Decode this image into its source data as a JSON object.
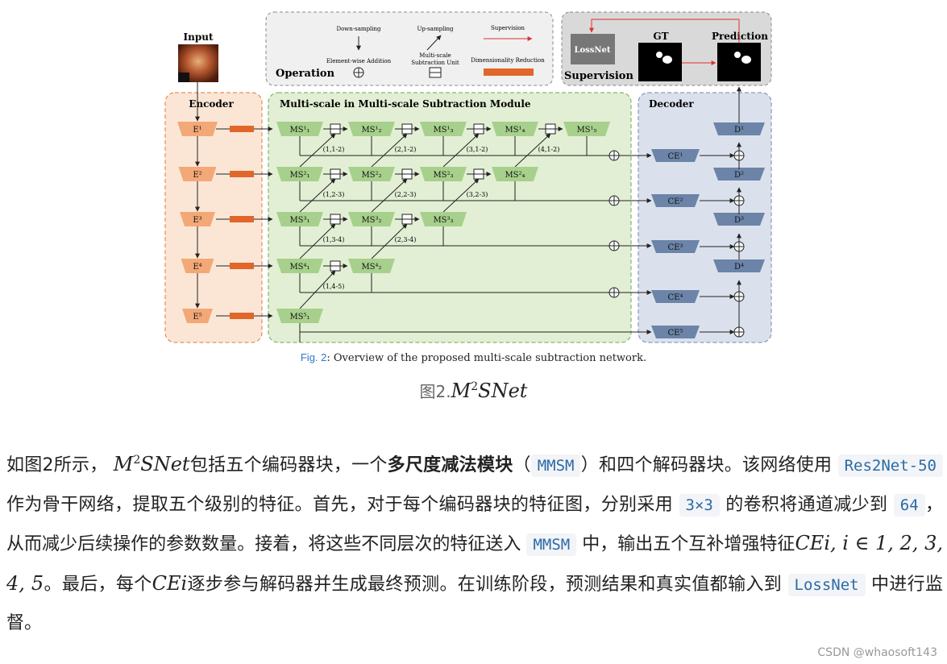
{
  "figure": {
    "input_label": "Input",
    "operation": {
      "title": "Operation",
      "down_sampling": "Down-sampling",
      "up_sampling": "Up-sampling",
      "supervision_op": "Supervision",
      "elementwise_addition": "Element-wise Addition",
      "msu_line1": "Multi-scale",
      "msu_line2": "Subtraction Unit",
      "dim_reduction": "Dimensionality Reduction"
    },
    "supervision_box": {
      "title": "Supervision",
      "lossnet": "LossNet",
      "gt": "GT",
      "prediction": "Prediction"
    },
    "encoder_title": "Encoder",
    "mmsm_title": "Multi-scale in Multi-scale Subtraction Module",
    "decoder_title": "Decoder",
    "encoder_blocks": [
      "E¹",
      "E²",
      "E³",
      "E⁴",
      "E⁵"
    ],
    "ms_rows": [
      [
        "MS¹₁",
        "MS¹₂",
        "MS¹₃",
        "MS¹₄",
        "MS¹₅"
      ],
      [
        "MS²₁",
        "MS²₂",
        "MS²₃",
        "MS²₄"
      ],
      [
        "MS³₁",
        "MS³₂",
        "MS³₃"
      ],
      [
        "MS⁴₁",
        "MS⁴₂"
      ],
      [
        "MS⁵₁"
      ]
    ],
    "connection_labels": [
      [
        "(1,1-2)",
        "(2,1-2)",
        "(3,1-2)",
        "(4,1-2)"
      ],
      [
        "(1,2-3)",
        "(2,2-3)",
        "(3,2-3)"
      ],
      [
        "(1,3-4)",
        "(2,3-4)"
      ],
      [
        "(1,4-5)"
      ]
    ],
    "ce_blocks": [
      "CE¹",
      "CE²",
      "CE³",
      "CE⁴",
      "CE⁵"
    ],
    "d_blocks": [
      "D¹",
      "D²",
      "D³",
      "D⁴"
    ],
    "caption_label": "Fig. 2",
    "caption_text": ": Overview of the proposed multi-scale subtraction network.",
    "colors": {
      "encoder_bg": "#fbe6d6",
      "encoder_border": "#e07a3a",
      "encoder_block": "#f3a877",
      "mmsm_bg": "#e2efd4",
      "mmsm_border": "#6aa84f",
      "ms_block": "#a7d08c",
      "decoder_bg": "#dbe1ec",
      "decoder_border": "#6f87b1",
      "decoder_block": "#6b84a8",
      "dimred": "#e0662a",
      "supervision_arrow": "#e03030"
    }
  },
  "figure_title": {
    "prefix": "图2.",
    "math_base": "M",
    "math_sup": "2",
    "math_rest": "SNet"
  },
  "paragraph": {
    "p1": "如图2所示，",
    "m_base": "M",
    "m_sup": "2",
    "m_rest": "SNet",
    "p2": "包括五个编码器块，一个",
    "bold": "多尺度减法模块",
    "p3": "（",
    "code_mmsm": "MMSM",
    "p4": "）和四个解码器块。该网络使用",
    "code_backbone": "Res2Net-50",
    "p5": "作为骨干网络，提取五个级别的特征。首先，对于每个编码器块的特征图，分别采用",
    "code_kernel": "3×3",
    "p6": "的卷积将通道减少到",
    "code_channels": "64",
    "p7": "，从而减少后续操作的参数数量。接着，将这些不同层次的特征送入",
    "code_mmsm2": "MMSM",
    "p8": "中，输出五个互补增强特征",
    "math_ce": "CEi, i ∈ 1, 2, 3, 4, 5",
    "p9": "。最后，每个",
    "math_ce2": "CEi",
    "p10": "逐步参与解码器并生成最终预测。在训练阶段，预测结果和真实值都输入到",
    "code_lossnet": "LossNet",
    "p11": "中进行监督。"
  },
  "watermark": "CSDN @whaosoft143"
}
